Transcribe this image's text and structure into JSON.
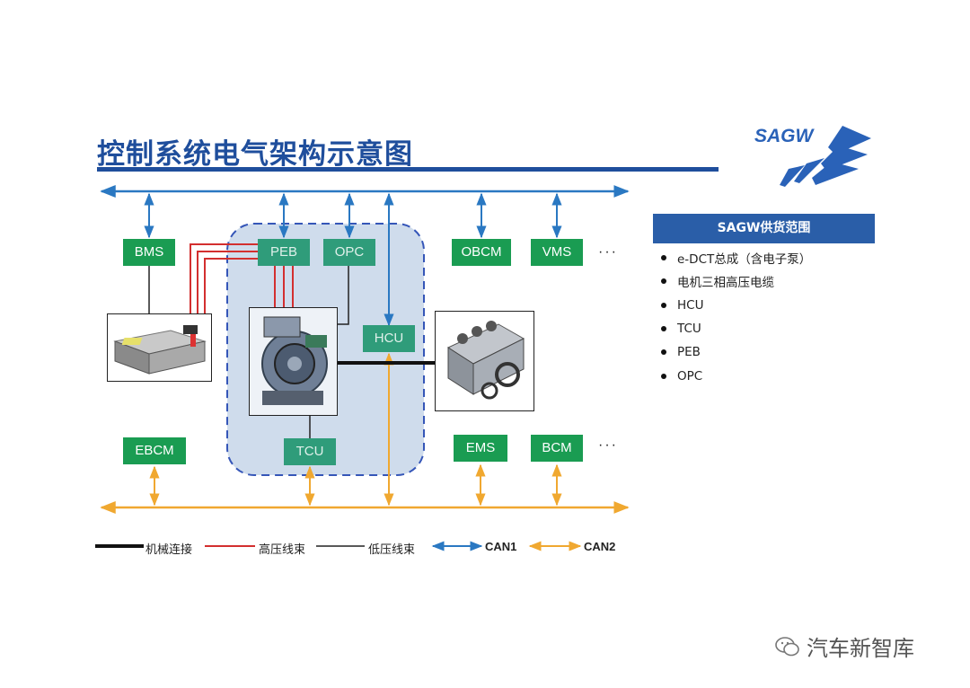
{
  "title": "控制系统电气架构示意图",
  "logo": {
    "text": "SAGW"
  },
  "ecus": {
    "bms": "BMS",
    "peb": "PEB",
    "opc": "OPC",
    "obcm": "OBCM",
    "vms": "VMS",
    "hcu": "HCU",
    "ebcm": "EBCM",
    "tcu": "TCU",
    "ems": "EMS",
    "bcm": "BCM",
    "more_top": "···",
    "more_bottom": "···"
  },
  "scope": {
    "heading": "SAGW供货范围",
    "items": [
      "e-DCT总成（含电子泵）",
      "电机三相高压电缆",
      "HCU",
      "TCU",
      "PEB",
      "OPC"
    ]
  },
  "legend": {
    "mechanical": "机械连接",
    "high_voltage": "高压线束",
    "low_voltage": "低压线束",
    "can1": "CAN1",
    "can2": "CAN2"
  },
  "colors": {
    "title": "#1f4e9c",
    "can1": "#2a78c2",
    "can2": "#f0a830",
    "high_voltage": "#d32f2f",
    "low_voltage": "#222222",
    "mechanical": "#111111",
    "ecu_box": "#1a9c52",
    "scope_box": "#2a5ea8"
  },
  "icons": [
    "battery-pack-image",
    "transmission-image",
    "engine-image",
    "wechat-icon"
  ],
  "watermark": "汽车新智库"
}
